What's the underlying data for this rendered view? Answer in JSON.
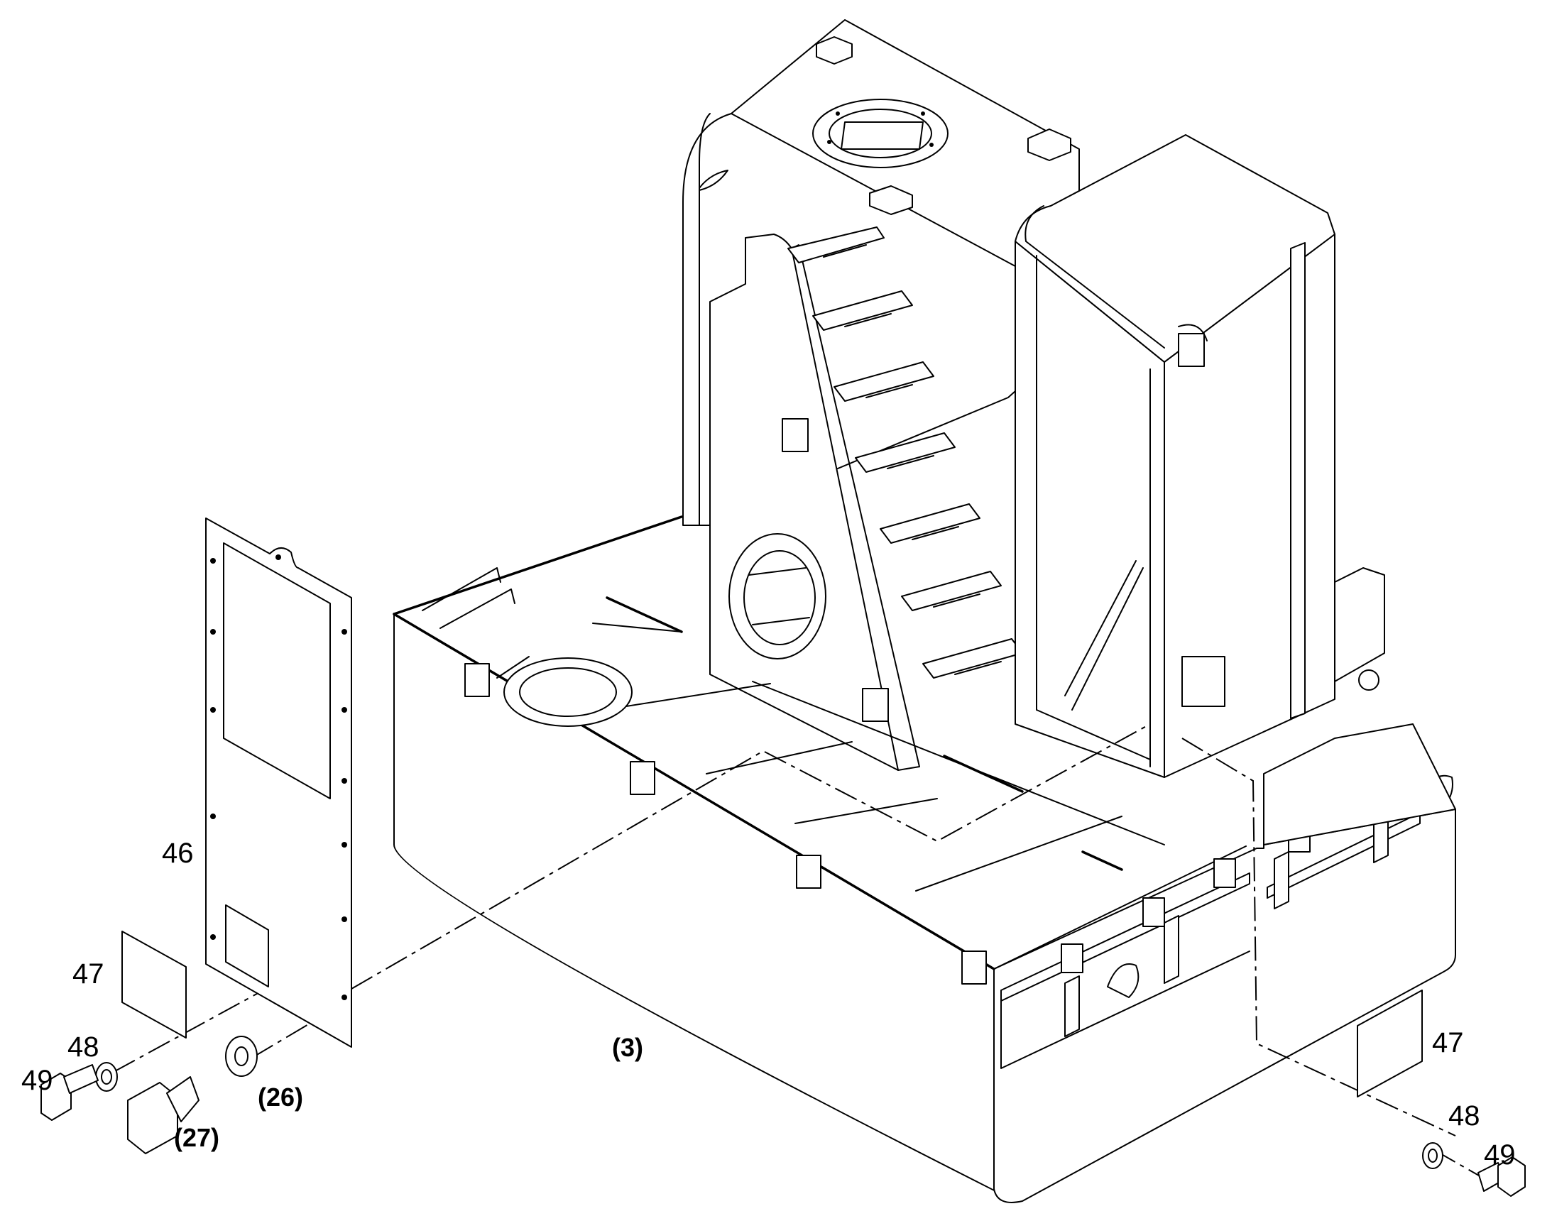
{
  "callouts": {
    "c46": "46",
    "c47_left": "47",
    "c48_left": "48",
    "c49_left": "49",
    "c27": "(27)",
    "c26": "(26)",
    "c3": "(3)",
    "c47_right": "47",
    "c48_right": "48",
    "c49_right": "49"
  }
}
